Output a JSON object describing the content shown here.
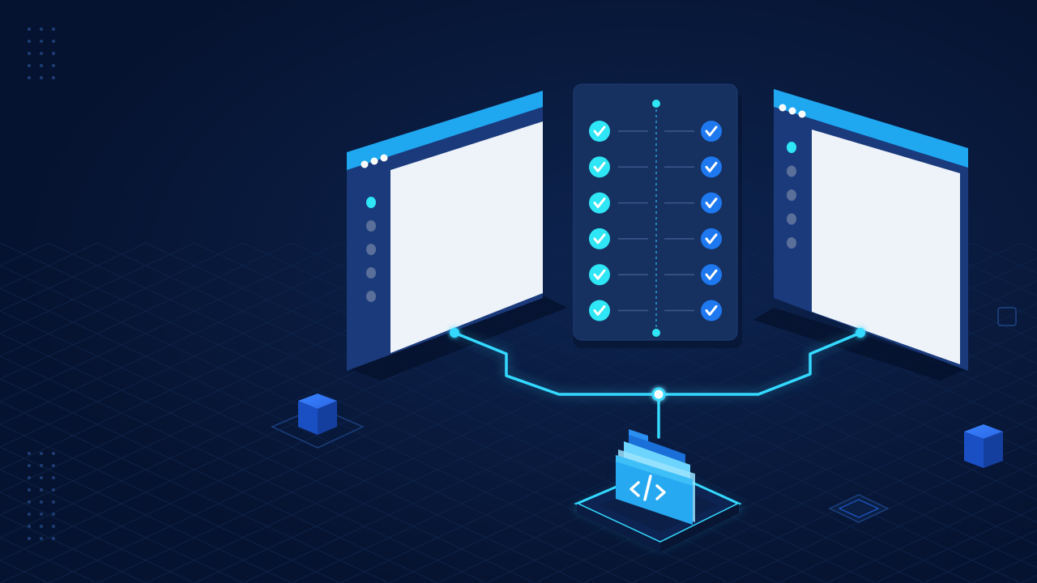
{
  "theme": {
    "background": "#071633",
    "background_glow": "#0d2450",
    "grid_line": "#12284f",
    "dot": "#1d3e74",
    "window_frame": "#1d3f80",
    "window_titlebar": "#1fa7f0",
    "window_content": "#eef2f9",
    "window_sidebar_dot": "#5a6f99",
    "accent_cyan": "#2ee6f5",
    "accent_blue": "#1e78f0",
    "panel": "#16305f",
    "circuit": "#34d9ff",
    "cube": "#1e58d8",
    "folder": "#27a9f2"
  },
  "left_window": {
    "title_dots": 3,
    "sidebar_items": 5,
    "active_item": 0
  },
  "right_window": {
    "title_dots": 3,
    "sidebar_items": 5,
    "active_item": 0
  },
  "checklist_panel": {
    "rows": 6,
    "left_check_icon": "check-circle-cyan",
    "right_check_icon": "check-circle-blue"
  },
  "code_folder": {
    "icon": "code-brackets",
    "glyph": "</>"
  }
}
